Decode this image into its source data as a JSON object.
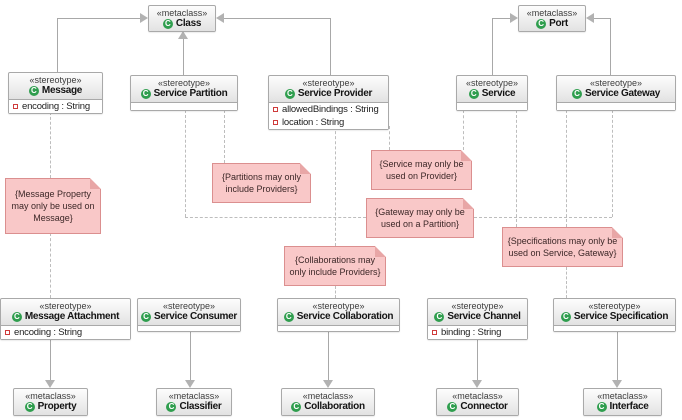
{
  "colors": {
    "note_fill": "#f9c8c8",
    "note_border": "#db8f8f",
    "note_fold": "#e8a6a6",
    "box_border": "#a9a9a9",
    "header_gradient_top": "#fdfdfd",
    "header_gradient_bottom": "#e2e2e2",
    "solid_line": "#a8a8a8",
    "dashed_line": "#bdbdbd",
    "class_icon_green": "#2f9e4e",
    "attribute_icon_red": "#cf3b3b"
  },
  "icons": {
    "classifier_letter": "C"
  },
  "metaclasses": [
    {
      "keyword": "«metaclass»",
      "name": "Class"
    },
    {
      "keyword": "«metaclass»",
      "name": "Port"
    },
    {
      "keyword": "«metaclass»",
      "name": "Property"
    },
    {
      "keyword": "«metaclass»",
      "name": "Classifier"
    },
    {
      "keyword": "«metaclass»",
      "name": "Collaboration"
    },
    {
      "keyword": "«metaclass»",
      "name": "Connector"
    },
    {
      "keyword": "«metaclass»",
      "name": "Interface"
    }
  ],
  "stereotypes": [
    {
      "keyword": "«stereotype»",
      "name": "Message",
      "attributes": [
        "encoding : String"
      ]
    },
    {
      "keyword": "«stereotype»",
      "name": "Service Partition",
      "attributes": []
    },
    {
      "keyword": "«stereotype»",
      "name": "Service Provider",
      "attributes": [
        "allowedBindings : String",
        "location : String"
      ]
    },
    {
      "keyword": "«stereotype»",
      "name": "Service",
      "attributes": []
    },
    {
      "keyword": "«stereotype»",
      "name": "Service Gateway",
      "attributes": []
    },
    {
      "keyword": "«stereotype»",
      "name": "Message Attachment",
      "attributes": [
        "encoding : String"
      ]
    },
    {
      "keyword": "«stereotype»",
      "name": "Service Consumer",
      "attributes": []
    },
    {
      "keyword": "«stereotype»",
      "name": "Service Collaboration",
      "attributes": []
    },
    {
      "keyword": "«stereotype»",
      "name": "Service Channel",
      "attributes": [
        "binding : String"
      ]
    },
    {
      "keyword": "«stereotype»",
      "name": "Service Specification",
      "attributes": []
    }
  ],
  "notes": [
    {
      "text": "{Message Property may only be used on Message}"
    },
    {
      "text": "{Partitions may only include Providers}"
    },
    {
      "text": "{Service may only be used on Provider}"
    },
    {
      "text": "{Gateway may only be used on a Partition}"
    },
    {
      "text": "{Collaborations may only include Providers}"
    },
    {
      "text": "{Specifications may only be used on Service, Gateway}"
    }
  ]
}
